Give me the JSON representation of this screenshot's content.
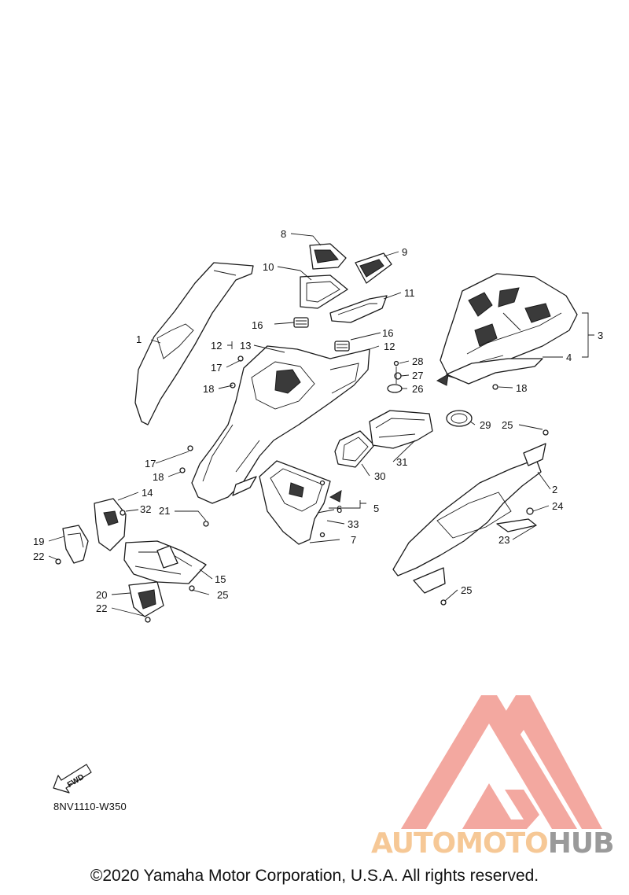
{
  "diagram": {
    "code": "8NV1110-W350",
    "copyright": "©2020 Yamaha Motor Corporation, U.S.A. All rights reserved.",
    "fwd_label": "FWD",
    "callouts": [
      "1",
      "2",
      "3",
      "4",
      "5",
      "6",
      "7",
      "8",
      "9",
      "10",
      "11",
      "12",
      "13",
      "12",
      "14",
      "15",
      "16",
      "16",
      "17",
      "17",
      "18",
      "18",
      "18",
      "19",
      "20",
      "21",
      "22",
      "22",
      "23",
      "24",
      "25",
      "25",
      "25",
      "26",
      "27",
      "28",
      "29",
      "30",
      "31",
      "32",
      "33"
    ]
  },
  "watermark": {
    "part1": "AUTO",
    "part2": "MOTO",
    "part3": "HUB",
    "colors": {
      "logo": "#f29a90",
      "text_light": "#f6c896",
      "text_grey": "#9a9a9a"
    }
  }
}
